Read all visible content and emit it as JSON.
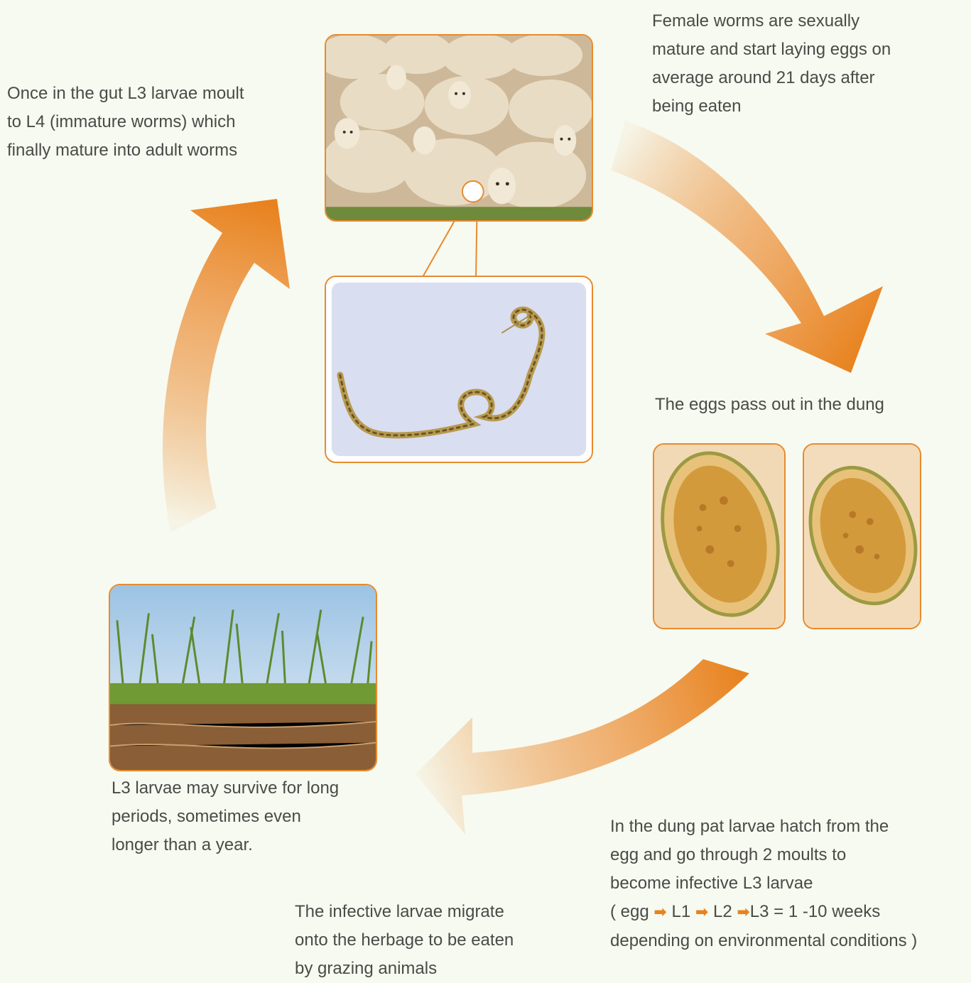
{
  "colors": {
    "background": "#f7faf0",
    "accent_orange": "#e8821e",
    "text": "#4a4a48"
  },
  "captions": {
    "top_left": [
      "Once in the gut L3 larvae moult",
      "to L4 (immature worms) which",
      "finally mature into adult worms"
    ],
    "top_right": [
      "Female worms are sexually",
      "mature and start laying eggs on",
      "average around 21 days after",
      "being eaten"
    ],
    "eggs": "The eggs pass out in the dung",
    "bottom_left": [
      "L3 larvae may survive for long",
      "periods, sometimes even",
      "longer than a year."
    ],
    "bottom_right": {
      "lines": [
        "In the dung pat larvae hatch from the",
        "egg and go through 2 moults to",
        "become infective L3 larvae"
      ],
      "sequence": {
        "open": "( egg",
        "l1": "L1",
        "l2": "L2",
        "l3_end": "L3 = 1 -10 weeks"
      },
      "last": "depending on environmental conditions )"
    },
    "bottom_center": [
      "The infective larvae migrate",
      "onto the herbage to be eaten",
      "by grazing animals"
    ]
  },
  "icons": {
    "sequence_arrow": "right-arrow-icon",
    "cycle_arrow": "curved-arrow-icon"
  }
}
